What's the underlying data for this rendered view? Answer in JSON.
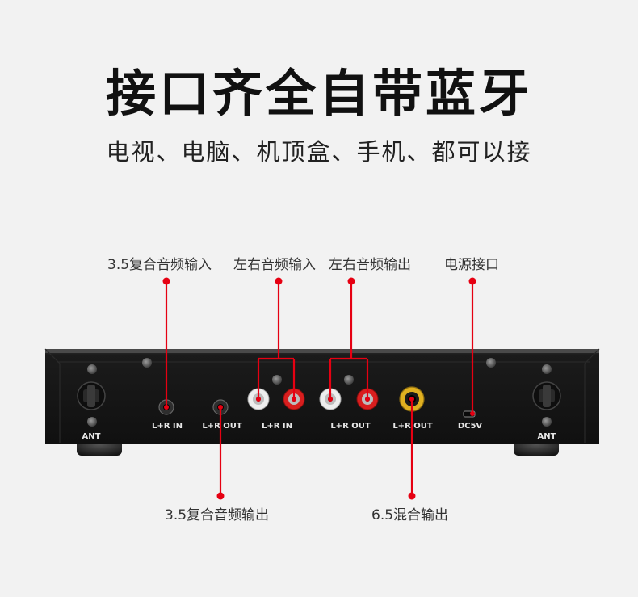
{
  "heading": {
    "title": "接口齐全自带蓝牙",
    "subtitle": "电视、电脑、机顶盒、手机、都可以接"
  },
  "callouts": {
    "top": [
      {
        "id": "aux-in",
        "text": "3.5复合音频输入"
      },
      {
        "id": "rca-in",
        "text": "左右音频输入"
      },
      {
        "id": "rca-out",
        "text": "左右音频输出"
      },
      {
        "id": "power",
        "text": "电源接口"
      }
    ],
    "bottom": [
      {
        "id": "aux-out",
        "text": "3.5复合音频输出"
      },
      {
        "id": "mix-out",
        "text": "6.5混合输出"
      }
    ]
  },
  "panel": {
    "ant_left": "ANT",
    "ant_right": "ANT",
    "aux_in": "L+R IN",
    "aux_out": "L+R OUT",
    "rca_in": "L+R IN",
    "rca_out": "L+R OUT",
    "mix_out": "L+R OUT",
    "dc": "DC5V"
  },
  "colors": {
    "accent": "#e60012",
    "device": "#1a1a1a",
    "background": "#f2f2f2",
    "jack_white": "#eeeeee",
    "jack_red": "#d81e1e",
    "jack_gold": "#e0b020"
  }
}
